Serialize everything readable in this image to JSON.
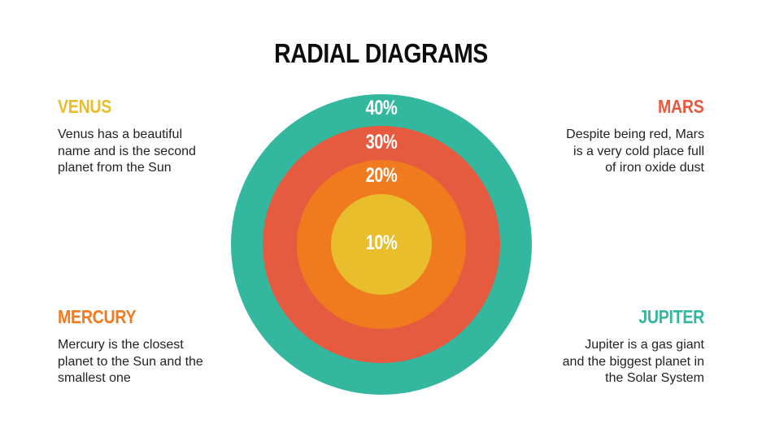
{
  "title": "RADIAL DIAGRAMS",
  "colors": {
    "venus": "#E8BE2D",
    "mercury": "#F07A1E",
    "mars": "#E65A3F",
    "jupiter": "#33B89F",
    "ring_outer": "#33B89F",
    "ring_2": "#E65A3F",
    "ring_3": "#F07A1E",
    "ring_inner": "#E8BE2D"
  },
  "blocks": {
    "venus": {
      "heading": "VENUS",
      "desc_lines": [
        "Venus has a beautiful",
        "name and is the second",
        "planet from the Sun"
      ]
    },
    "mars": {
      "heading": "MARS",
      "desc_lines": [
        "Despite being red, Mars",
        "is a very cold place full",
        "of iron oxide dust"
      ]
    },
    "mercury": {
      "heading": "MERCURY",
      "desc_lines": [
        "Mercury is the closest",
        "planet to the Sun and the",
        "smallest one"
      ]
    },
    "jupiter": {
      "heading": "JUPITER",
      "desc_lines": [
        "Jupiter is a gas giant",
        "and the biggest planet in",
        "the Solar System"
      ]
    }
  },
  "rings": [
    {
      "label": "40%",
      "color": "#33B89F"
    },
    {
      "label": "30%",
      "color": "#E65A3F"
    },
    {
      "label": "20%",
      "color": "#F07A1E"
    },
    {
      "label": "10%",
      "color": "#E8BE2D"
    }
  ],
  "chart_data": {
    "type": "radial",
    "title": "RADIAL DIAGRAMS",
    "categories": [
      "Jupiter (outer ring)",
      "Mars",
      "Mercury",
      "Venus (center)"
    ],
    "values": [
      40,
      30,
      20,
      10
    ],
    "labels": [
      "40%",
      "30%",
      "20%",
      "10%"
    ],
    "colors": [
      "#33B89F",
      "#E65A3F",
      "#F07A1E",
      "#E8BE2D"
    ]
  }
}
